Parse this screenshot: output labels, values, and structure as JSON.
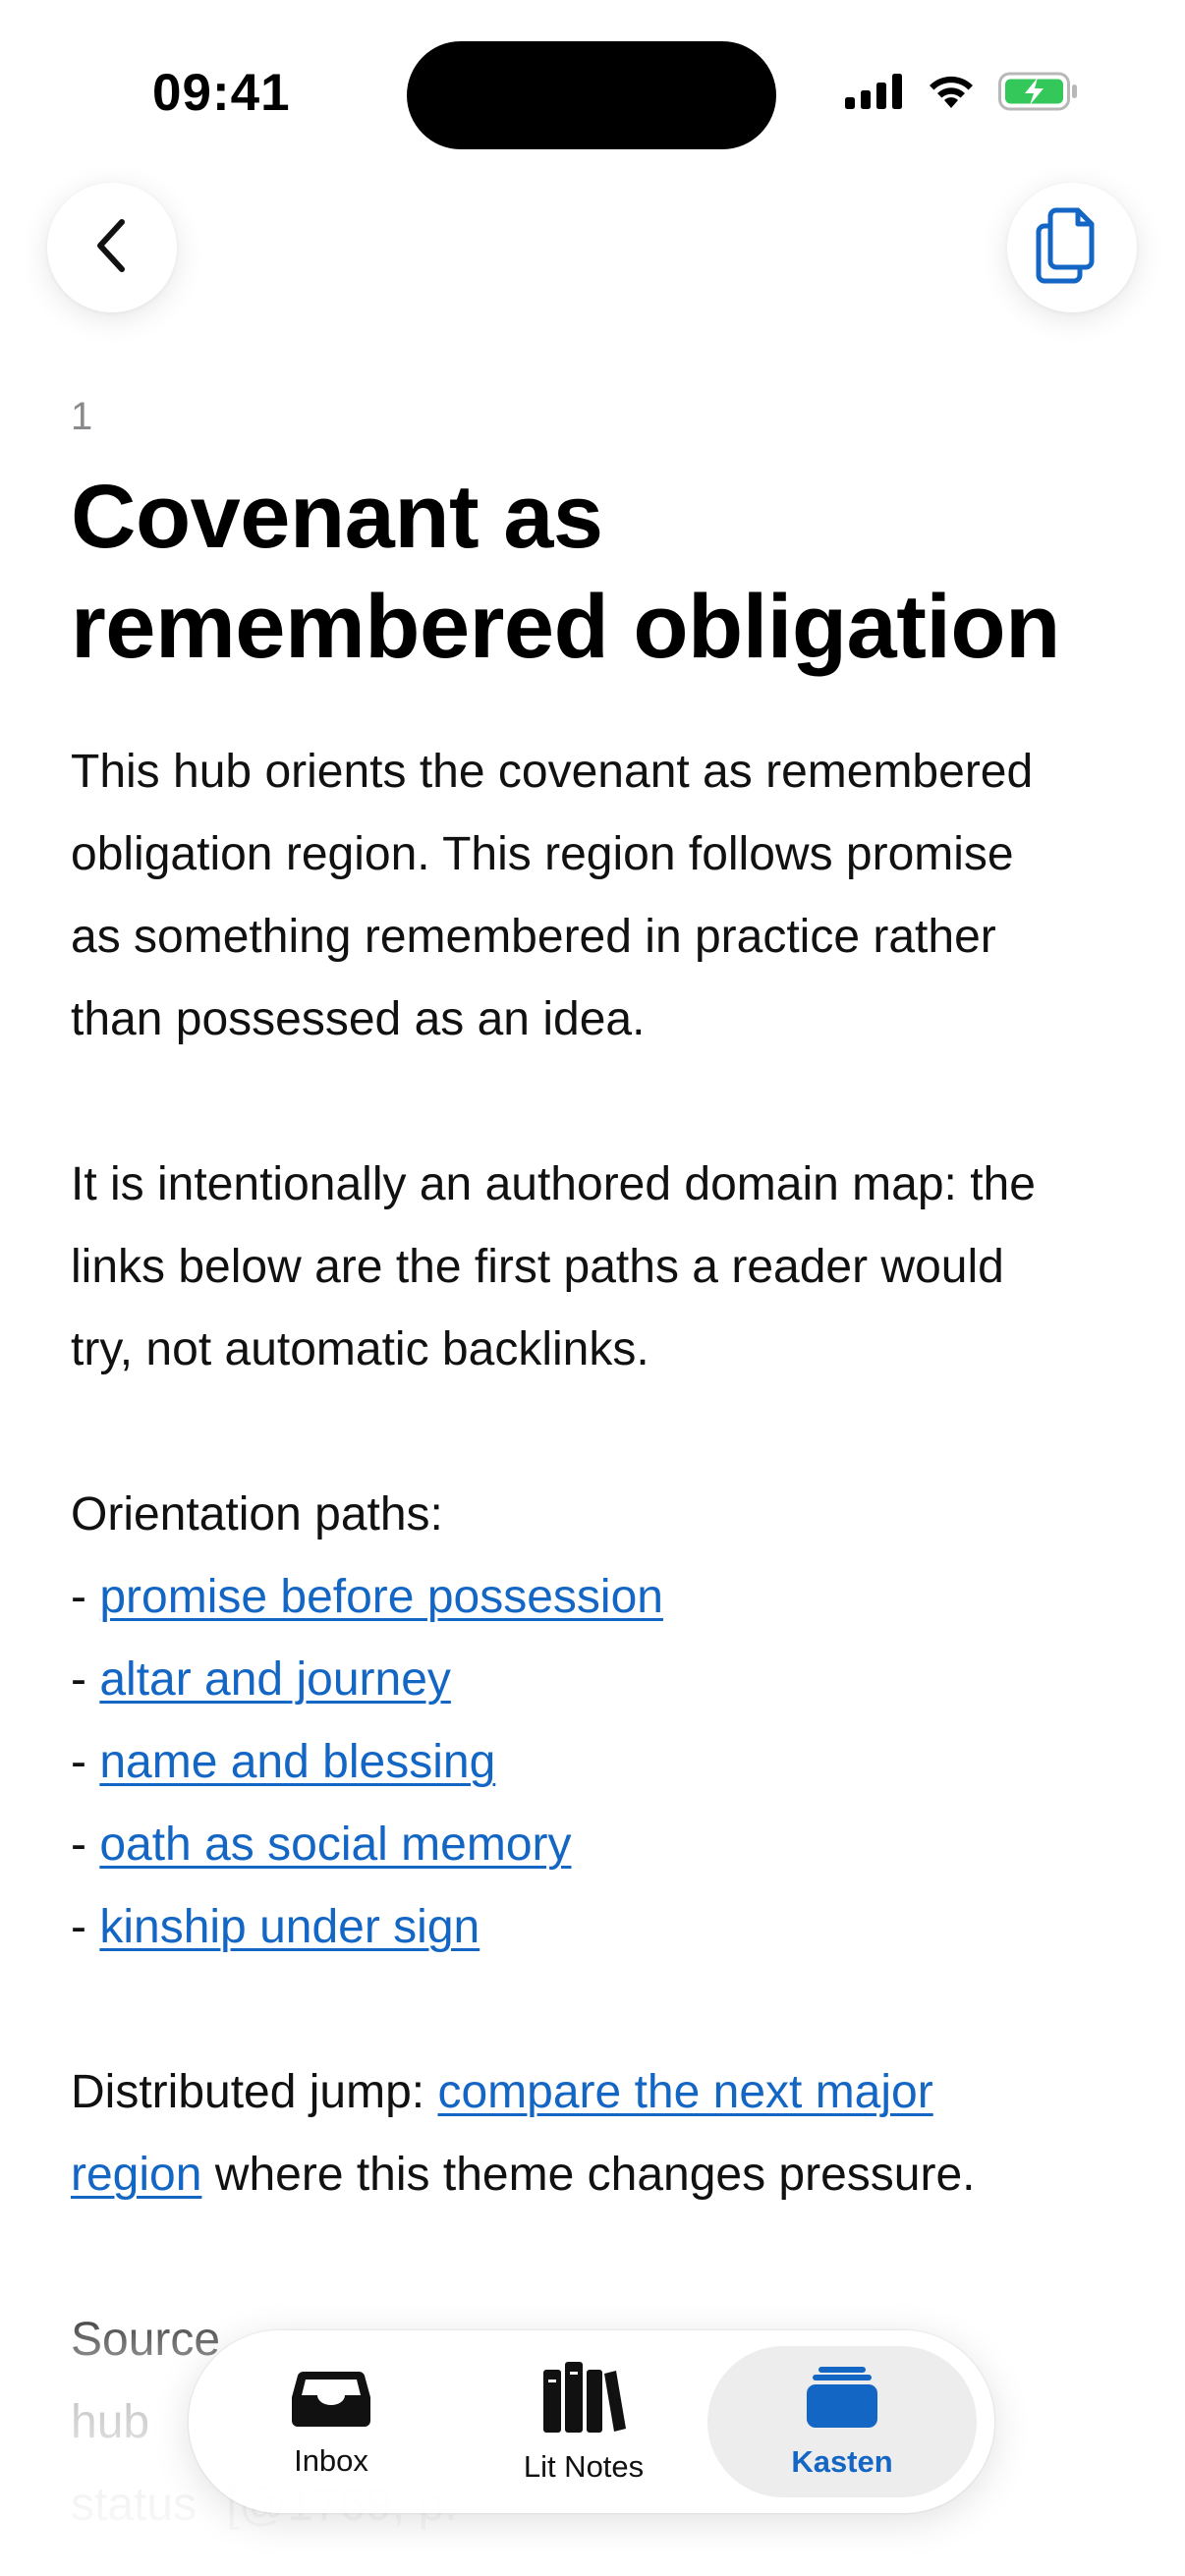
{
  "status_bar": {
    "time": "09:41"
  },
  "colors": {
    "accent": "#1466c4",
    "battery_green": "#34c759",
    "text": "#111111",
    "secondary_text": "#8a8a8e"
  },
  "nav": {
    "back_icon": "chevron-left-icon",
    "copy_icon": "copy-documents-icon"
  },
  "note": {
    "id": "1",
    "title_line1": "Covenant as",
    "title_line2": "remembered obligation",
    "para1": {
      "l1": "This hub orients the covenant as remembered",
      "l2": "obligation region. This region follows promise",
      "l3": "as something remembered in practice rather",
      "l4": "than possessed as an idea."
    },
    "para2": {
      "l1": "It is intentionally an authored domain map: the",
      "l2": "links below are the first paths a reader would",
      "l3": "try, not automatic backlinks."
    },
    "orientation": {
      "heading": "Orientation paths:",
      "bullet": "- ",
      "links": [
        "promise before possession",
        "altar and journey",
        "name and blessing",
        "oath as social memory",
        "kinship under sign"
      ]
    },
    "jump": {
      "prefix": "Distributed jump: ",
      "link_part1": "compare the next major",
      "link_part2": "region",
      "suffix": " where this theme changes pressure."
    },
    "source": {
      "l1_start": "Source",
      "l1_end": "hub",
      "l2_start": "status",
      "l2_mid": "[@1769, p."
    }
  },
  "tab_bar": {
    "tabs": [
      {
        "label": "Inbox",
        "icon": "inbox-tray-icon"
      },
      {
        "label": "Lit Notes",
        "icon": "books-icon"
      },
      {
        "label": "Kasten",
        "icon": "card-box-icon"
      }
    ],
    "selected": "Kasten"
  }
}
